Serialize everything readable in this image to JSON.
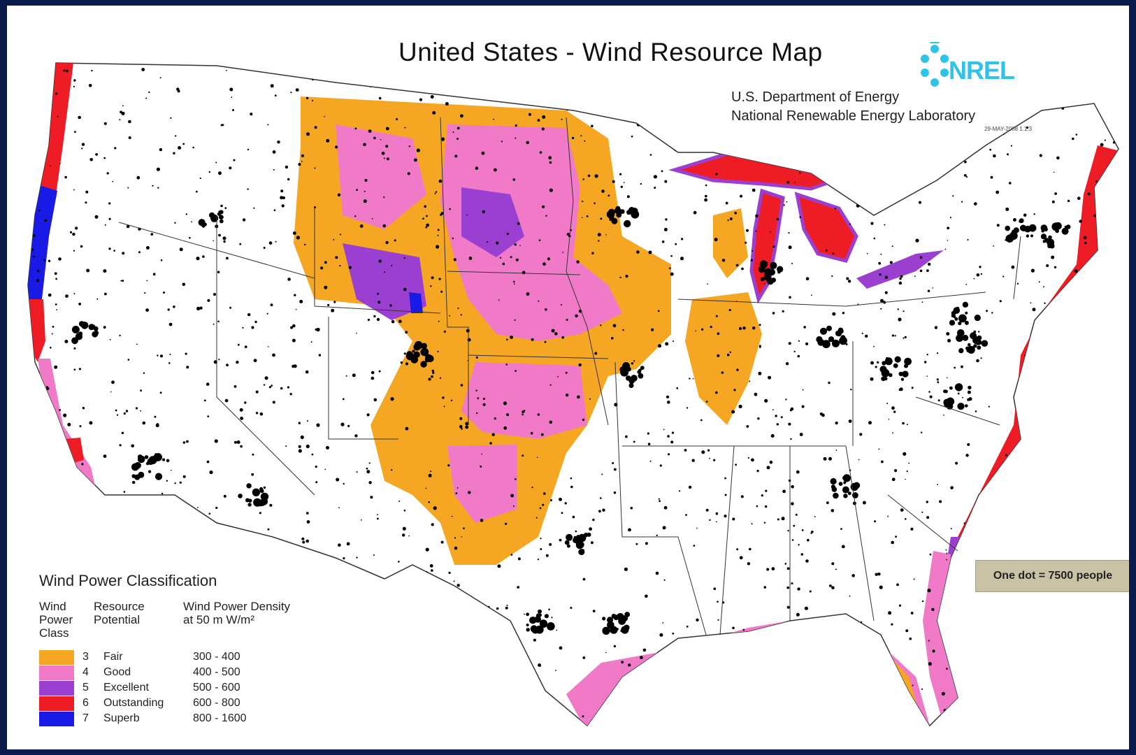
{
  "map": {
    "title": "United States - Wind Resource Map",
    "agency_line1": "U.S. Department of Energy",
    "agency_line2": "National Renewable Energy Laboratory",
    "date_code": "29-MAY-2008 1.1.3",
    "logo_text": "NREL",
    "dot_note": "One dot = 7500 people",
    "colors": {
      "background": "#0a1a4a",
      "class3": "#f5a623",
      "class4": "#f07ac8",
      "class5": "#9b3fd0",
      "class6": "#ee1c24",
      "class7": "#1a1ae6",
      "logo": "#2fc3e8"
    }
  },
  "legend": {
    "title": "Wind Power Classification",
    "col_class": "Wind Power Class",
    "col_potential": "Resource Potential",
    "col_density": "Wind Power Density at 50 m W/m²",
    "rows": [
      {
        "cls": "3",
        "potential": "Fair",
        "density": "300 - 400",
        "color": "#f5a623"
      },
      {
        "cls": "4",
        "potential": "Good",
        "density": "400 - 500",
        "color": "#f07ac8"
      },
      {
        "cls": "5",
        "potential": "Excellent",
        "density": "500 - 600",
        "color": "#9b3fd0"
      },
      {
        "cls": "6",
        "potential": "Outstanding",
        "density": "600 - 800",
        "color": "#ee1c24"
      },
      {
        "cls": "7",
        "potential": "Superb",
        "density": "800 - 1600",
        "color": "#1a1ae6"
      }
    ]
  }
}
